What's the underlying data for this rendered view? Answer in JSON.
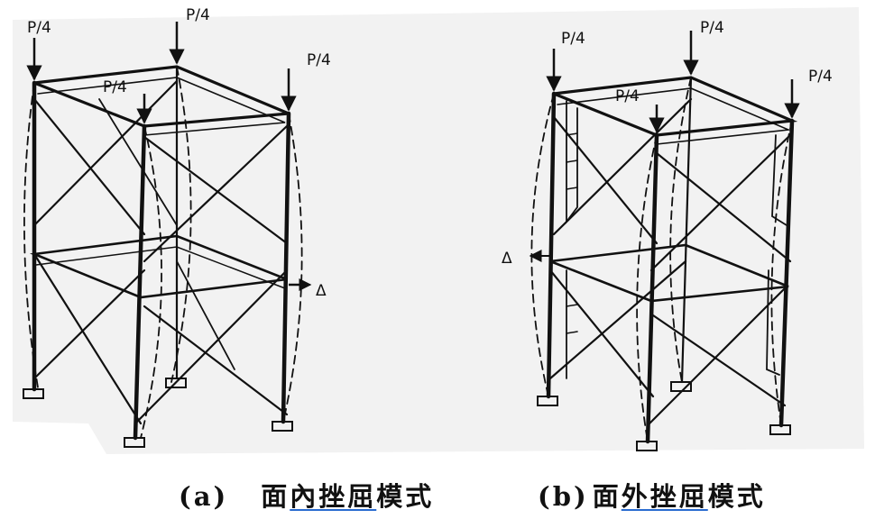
{
  "figure": {
    "left_panel": {
      "load_labels": [
        "P/4",
        "P/4",
        "P/4",
        "P/4"
      ],
      "deflection_label": "Δ",
      "caption_id": "(a)",
      "caption_text_pre": "面",
      "caption_text_link": "內挫屈",
      "caption_text_post": "模式"
    },
    "right_panel": {
      "load_labels": [
        "P/4",
        "P/4",
        "P/4",
        "P/4"
      ],
      "deflection_label": "Δ",
      "caption_id": "(b)",
      "caption_text_pre": "面",
      "caption_text_link": "外挫屈",
      "caption_text_post": "模式"
    }
  },
  "colors": {
    "paper": "#f3f3f3",
    "ink": "#111111",
    "link_underline": "#2a6cd0"
  }
}
